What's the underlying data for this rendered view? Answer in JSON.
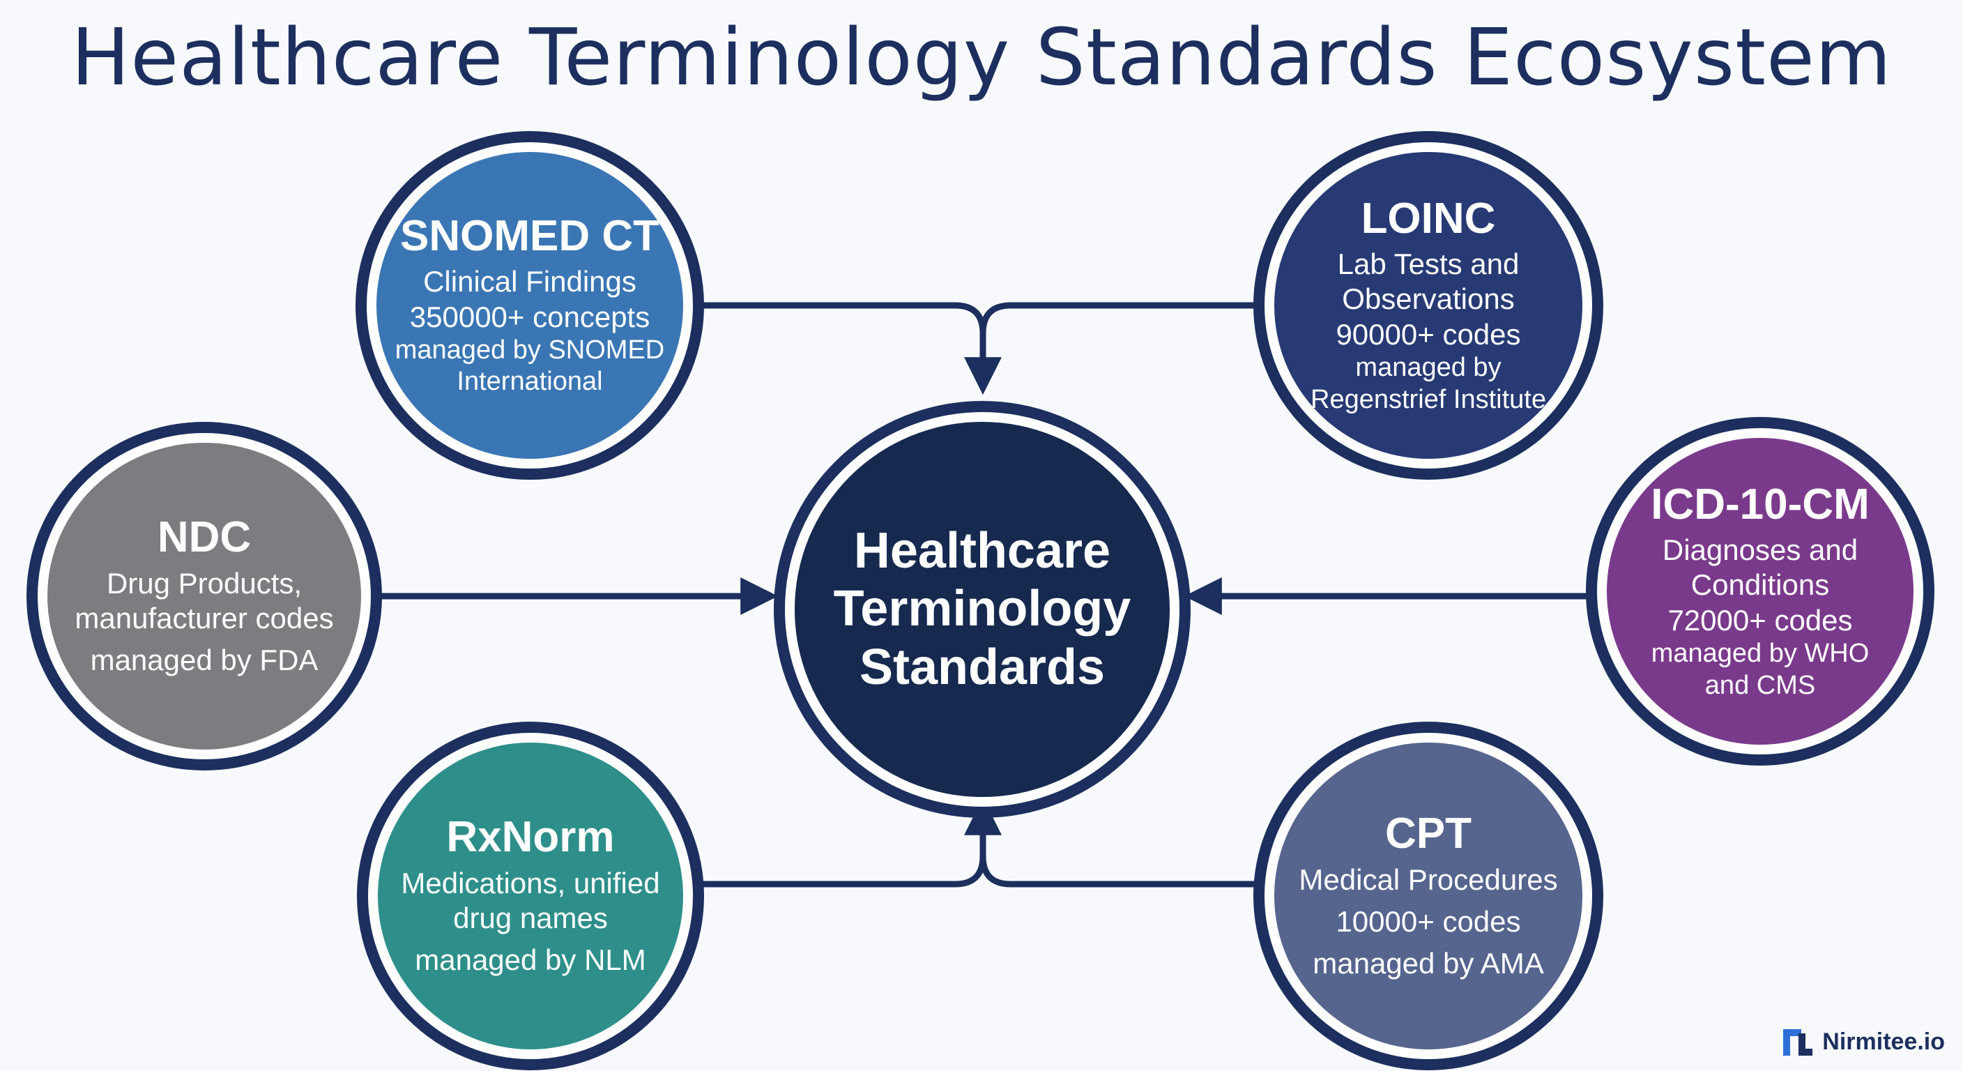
{
  "title": "Healthcare Terminology Standards Ecosystem",
  "center": {
    "lines": [
      "Healthcare",
      "Terminology",
      "Standards"
    ],
    "color": "#16294f"
  },
  "standards": [
    {
      "name": "SNOMED CT",
      "description": [
        "Clinical Findings"
      ],
      "count": "350000+ concepts",
      "manager": [
        "managed by SNOMED",
        "International"
      ],
      "color": "#3a76b3"
    },
    {
      "name": "LOINC",
      "description": [
        "Lab Tests and",
        "Observations"
      ],
      "count": "90000+ codes",
      "manager": [
        "managed by",
        "Regenstrief Institute"
      ],
      "color": "#273a74"
    },
    {
      "name": "NDC",
      "description": [
        "Drug Products,",
        "manufacturer codes"
      ],
      "count": "",
      "manager": [
        "managed by FDA"
      ],
      "color": "#7d7d81"
    },
    {
      "name": "ICD-10-CM",
      "description": [
        "Diagnoses and",
        "Conditions"
      ],
      "count": "72000+ codes",
      "manager": [
        "managed by WHO",
        "and CMS"
      ],
      "color": "#7a3a8b"
    },
    {
      "name": "RxNorm",
      "description": [
        "Medications, unified",
        "drug names"
      ],
      "count": "",
      "manager": [
        "managed by NLM"
      ],
      "color": "#2e8f8a"
    },
    {
      "name": "CPT",
      "description": [
        "Medical Procedures"
      ],
      "count": "10000+ codes",
      "manager": [
        "managed by AMA"
      ],
      "color": "#56658e"
    }
  ],
  "outline_color": "#1c2f5e",
  "brand": {
    "name": "Nirmitee.io"
  }
}
